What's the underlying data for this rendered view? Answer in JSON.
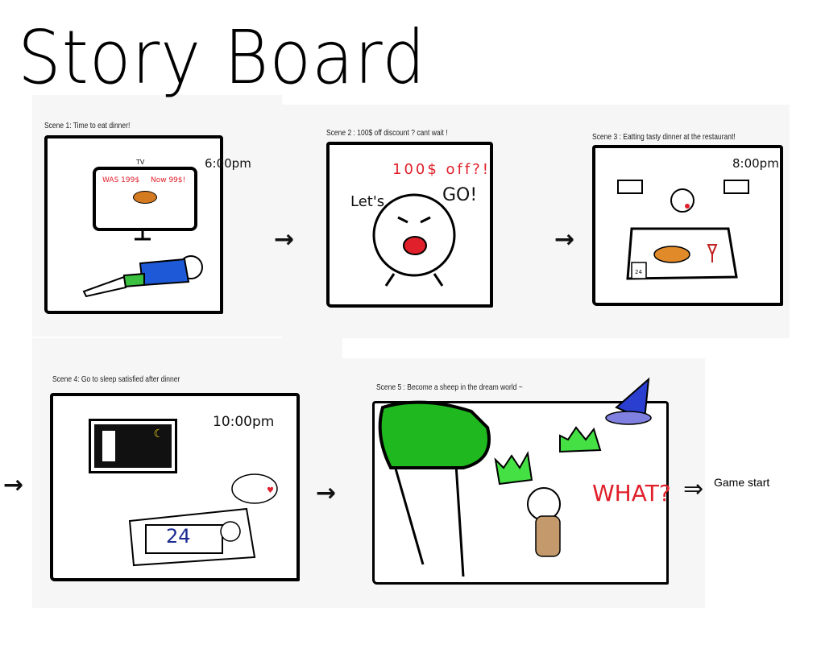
{
  "title": "Story Board",
  "scenes": [
    {
      "caption": "Scene 1: Time to eat dinner!",
      "time": "6:00pm",
      "tv_label": "TV",
      "was": "WAS 199$",
      "now": "Now 99$!"
    },
    {
      "caption": "Scene 2 : 100$ off discount ? cant  wait !",
      "shout": "100$ off?!",
      "lets": "Let's",
      "go": "GO!"
    },
    {
      "caption": "Scene 3 : Eatting tasty dinner at the restaurant!",
      "time": "8:00pm",
      "sign": "24"
    },
    {
      "caption": "Scene 4: Go to sleep satisfied after dinner",
      "time": "10:00pm",
      "blanket": "24"
    },
    {
      "caption": "Scene 5 : Become a sheep in the dream world ~",
      "exclaim": "WHAT?"
    }
  ],
  "ending": "Game start",
  "colors": {
    "tree": "#1fb81f",
    "grass": "#44e044",
    "hat": "#2a3fd0",
    "red": "#e0202a",
    "ink": "#000000"
  }
}
